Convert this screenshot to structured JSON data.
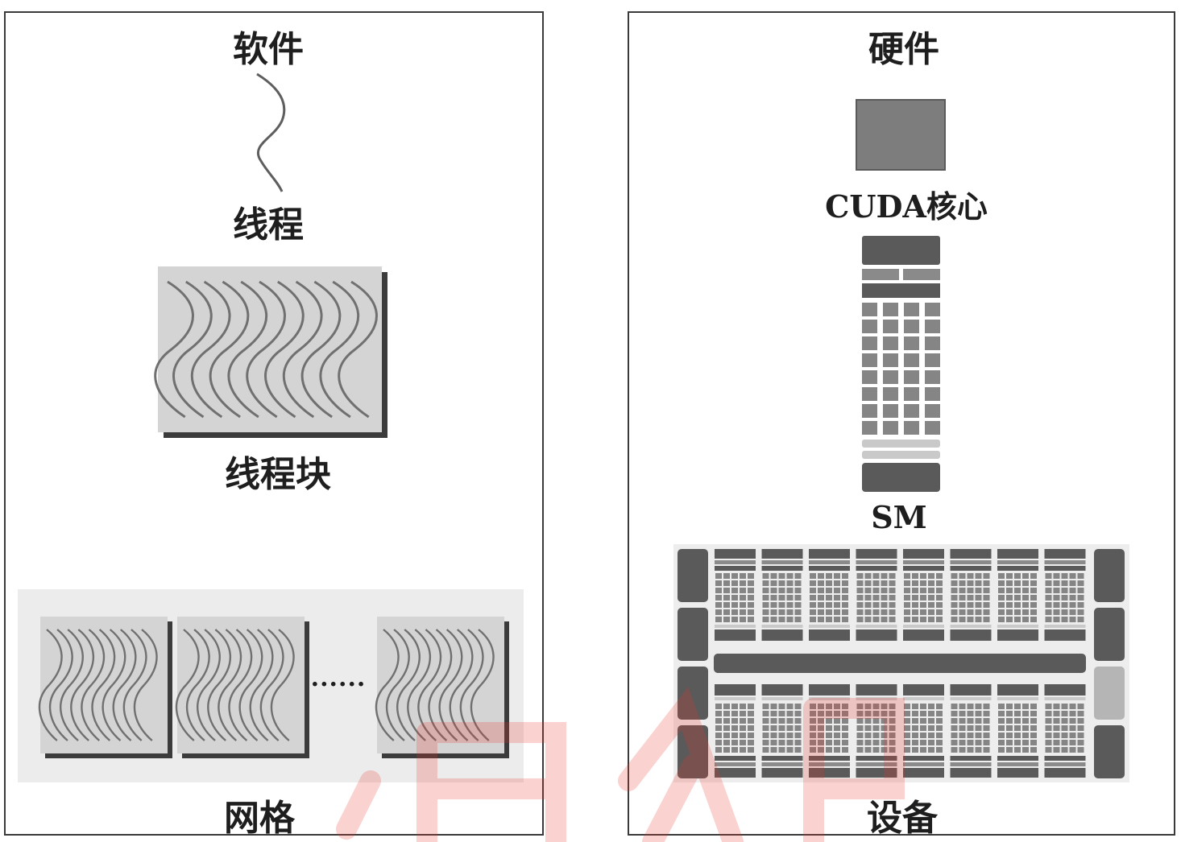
{
  "software": {
    "title": "软件",
    "thread_label": "线程",
    "block_label": "线程块",
    "grid_label": "网格",
    "ellipsis": "......"
  },
  "hardware": {
    "title": "硬件",
    "core_label": "CUDA核心",
    "sm_label": "SM",
    "device_label": "设备"
  },
  "colors": {
    "frame": "#3a3a3a",
    "block_bg": "#d4d4d4",
    "block_shadow": "#3b3b3b",
    "grid_bg": "#ececec",
    "wave": "#707070",
    "core": "#7d7d7d",
    "dark_unit": "#5a5a5a",
    "light_unit": "#c9c9c9",
    "watermark": "#e8332a"
  }
}
